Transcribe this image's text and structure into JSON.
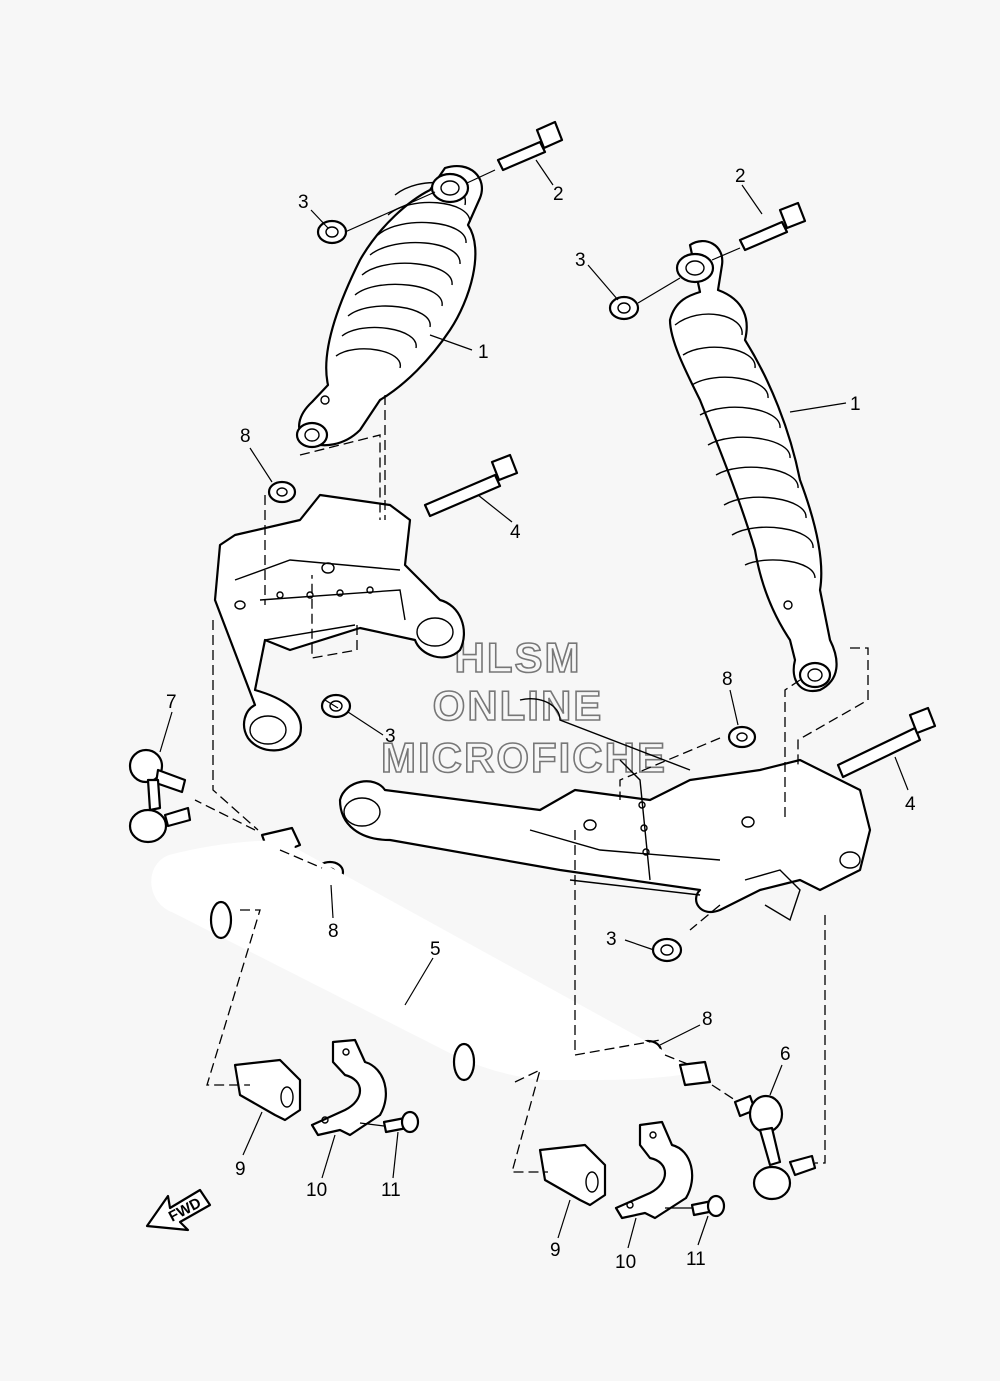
{
  "watermark": {
    "line1": "HLSM",
    "line2": "ONLINE",
    "line3": "MICROFICHE"
  },
  "direction_arrow": {
    "label": "FWD",
    "icon": "arrow-left-icon"
  },
  "callouts": [
    {
      "id": "c-1a",
      "text": "1"
    },
    {
      "id": "c-1b",
      "text": "1"
    },
    {
      "id": "c-2a",
      "text": "2"
    },
    {
      "id": "c-2b",
      "text": "2"
    },
    {
      "id": "c-3a",
      "text": "3"
    },
    {
      "id": "c-3b",
      "text": "3"
    },
    {
      "id": "c-3c",
      "text": "3"
    },
    {
      "id": "c-3d",
      "text": "3"
    },
    {
      "id": "c-4a",
      "text": "4"
    },
    {
      "id": "c-4b",
      "text": "4"
    },
    {
      "id": "c-5",
      "text": "5"
    },
    {
      "id": "c-6",
      "text": "6"
    },
    {
      "id": "c-7",
      "text": "7"
    },
    {
      "id": "c-8a",
      "text": "8"
    },
    {
      "id": "c-8b",
      "text": "8"
    },
    {
      "id": "c-8c",
      "text": "8"
    },
    {
      "id": "c-8d",
      "text": "8"
    },
    {
      "id": "c-9a",
      "text": "9"
    },
    {
      "id": "c-9b",
      "text": "9"
    },
    {
      "id": "c-10a",
      "text": "10"
    },
    {
      "id": "c-10b",
      "text": "10"
    },
    {
      "id": "c-11a",
      "text": "11"
    },
    {
      "id": "c-11b",
      "text": "11"
    }
  ]
}
